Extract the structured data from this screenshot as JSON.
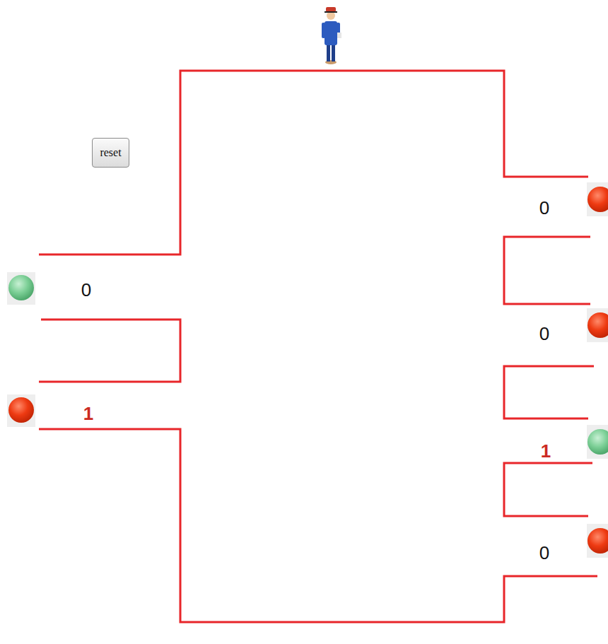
{
  "diagram": {
    "nodes": [
      {
        "text": [
          "reset"
        ]
      }
    ],
    "labels": [
      "0",
      "0",
      "0",
      "1",
      "1",
      "0"
    ]
  }
}
